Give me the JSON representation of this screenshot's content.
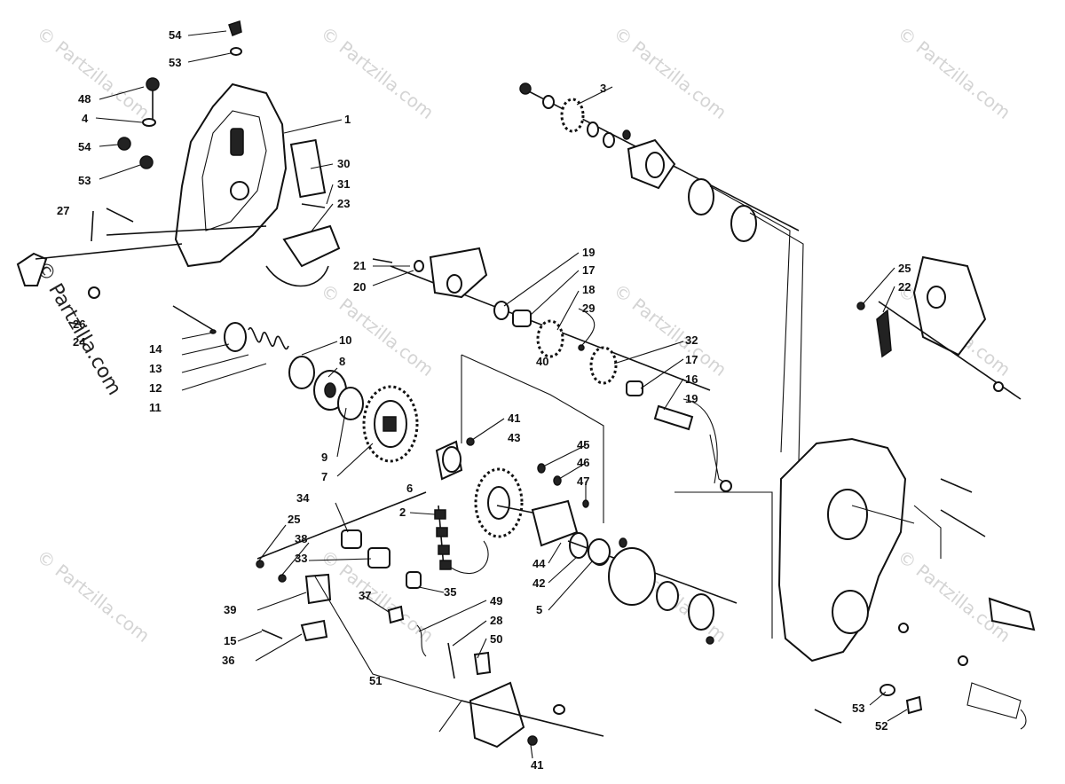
{
  "watermark": "© Partzilla.com",
  "callouts": [
    {
      "id": "c54a",
      "text": "54"
    },
    {
      "id": "c53a",
      "text": "53"
    },
    {
      "id": "c48",
      "text": "48"
    },
    {
      "id": "c4",
      "text": "4"
    },
    {
      "id": "c1",
      "text": "1"
    },
    {
      "id": "c54b",
      "text": "54"
    },
    {
      "id": "c53b",
      "text": "53"
    },
    {
      "id": "c30",
      "text": "30"
    },
    {
      "id": "c31",
      "text": "31"
    },
    {
      "id": "c23",
      "text": "23"
    },
    {
      "id": "c27",
      "text": "27"
    },
    {
      "id": "c26",
      "text": "26"
    },
    {
      "id": "c24",
      "text": "24"
    },
    {
      "id": "c14",
      "text": "14"
    },
    {
      "id": "c13",
      "text": "13"
    },
    {
      "id": "c12",
      "text": "12"
    },
    {
      "id": "c11",
      "text": "11"
    },
    {
      "id": "c10",
      "text": "10"
    },
    {
      "id": "c8",
      "text": "8"
    },
    {
      "id": "c9",
      "text": "9"
    },
    {
      "id": "c7",
      "text": "7"
    },
    {
      "id": "c6",
      "text": "6"
    },
    {
      "id": "c3",
      "text": "3"
    },
    {
      "id": "c21",
      "text": "21"
    },
    {
      "id": "c20",
      "text": "20"
    },
    {
      "id": "c19a",
      "text": "19"
    },
    {
      "id": "c17a",
      "text": "17"
    },
    {
      "id": "c18",
      "text": "18"
    },
    {
      "id": "c29",
      "text": "29"
    },
    {
      "id": "c32",
      "text": "32"
    },
    {
      "id": "c17b",
      "text": "17"
    },
    {
      "id": "c16",
      "text": "16"
    },
    {
      "id": "c19b",
      "text": "19"
    },
    {
      "id": "c40",
      "text": "40"
    },
    {
      "id": "c41a",
      "text": "41"
    },
    {
      "id": "c43",
      "text": "43"
    },
    {
      "id": "c45",
      "text": "45"
    },
    {
      "id": "c46",
      "text": "46"
    },
    {
      "id": "c47",
      "text": "47"
    },
    {
      "id": "c44",
      "text": "44"
    },
    {
      "id": "c42",
      "text": "42"
    },
    {
      "id": "c5",
      "text": "5"
    },
    {
      "id": "c2",
      "text": "2"
    },
    {
      "id": "c34",
      "text": "34"
    },
    {
      "id": "c25a",
      "text": "25"
    },
    {
      "id": "c38",
      "text": "38"
    },
    {
      "id": "c33",
      "text": "33"
    },
    {
      "id": "c35",
      "text": "35"
    },
    {
      "id": "c39",
      "text": "39"
    },
    {
      "id": "c37",
      "text": "37"
    },
    {
      "id": "c49",
      "text": "49"
    },
    {
      "id": "c28",
      "text": "28"
    },
    {
      "id": "c50",
      "text": "50"
    },
    {
      "id": "c15",
      "text": "15"
    },
    {
      "id": "c36",
      "text": "36"
    },
    {
      "id": "c51",
      "text": "51"
    },
    {
      "id": "c41b",
      "text": "41"
    },
    {
      "id": "c25b",
      "text": "25"
    },
    {
      "id": "c22",
      "text": "22"
    },
    {
      "id": "c53c",
      "text": "53"
    },
    {
      "id": "c52",
      "text": "52"
    }
  ]
}
